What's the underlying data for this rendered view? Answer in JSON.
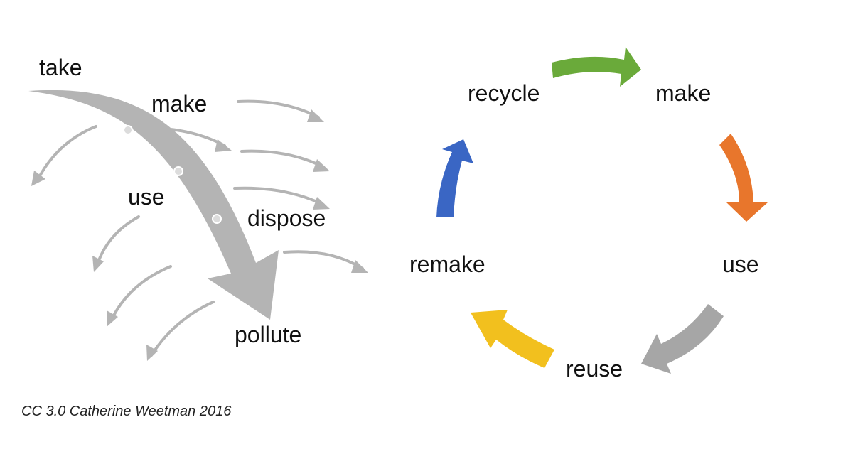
{
  "linear": {
    "labels": {
      "take": "take",
      "make": "make",
      "use": "use",
      "dispose": "dispose",
      "pollute": "pollute"
    },
    "arrow_color": "#b4b4b4",
    "node_color": "#dcdcdc"
  },
  "circular": {
    "labels": {
      "recycle": "recycle",
      "make": "make",
      "use": "use",
      "reuse": "reuse",
      "remake": "remake"
    },
    "colors": {
      "recycle_to_make": "#6aaa3a",
      "make_to_use": "#e8762c",
      "use_to_reuse": "#a6a6a6",
      "reuse_to_remake": "#f2c01e",
      "remake_to_recycle": "#3a66c4"
    }
  },
  "credit": "CC 3.0 Catherine Weetman 2016"
}
